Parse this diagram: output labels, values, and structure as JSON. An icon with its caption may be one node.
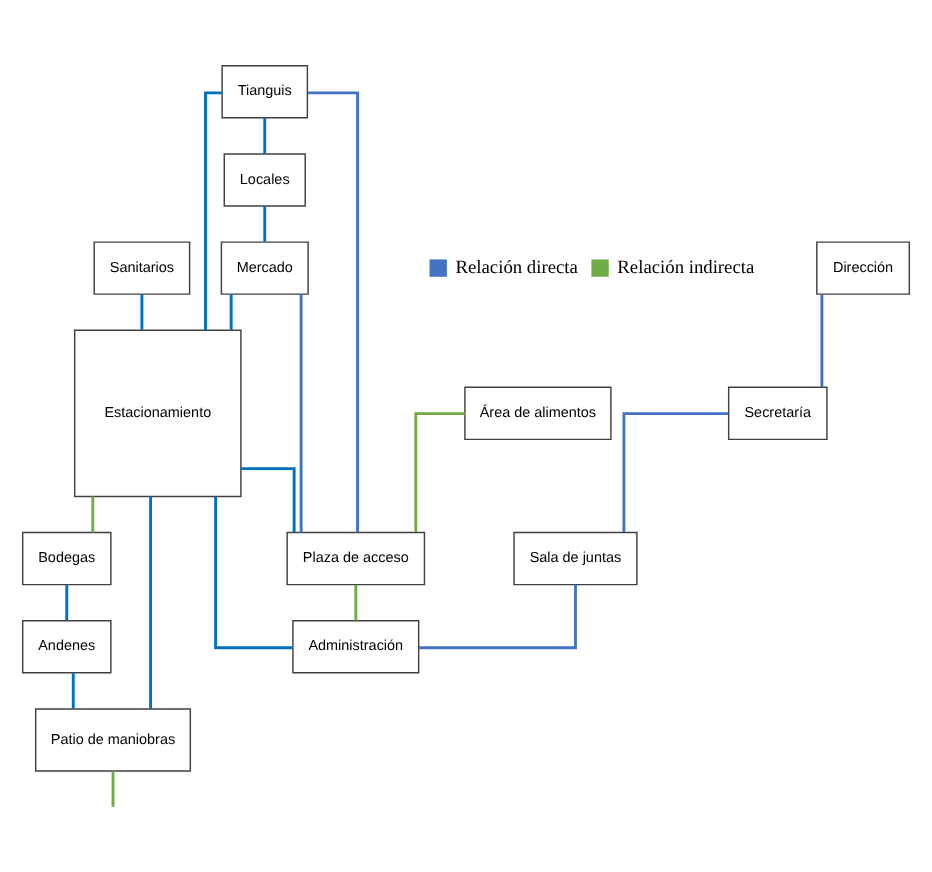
{
  "diagram": {
    "nodes": [
      {
        "text": [
          "Área de alimentos"
        ]
      },
      {
        "text": [
          "Tianguis"
        ]
      },
      {
        "text": [
          "Locales"
        ]
      },
      {
        "text": [
          "Mercado"
        ]
      },
      {
        "text": [
          "Sanitarios"
        ]
      },
      {
        "text": [
          "Estacionamiento"
        ]
      },
      {
        "text": [
          "Bodegas"
        ]
      },
      {
        "text": [
          "Andenes"
        ]
      },
      {
        "text": [
          "Patio de maniobras"
        ]
      },
      {
        "text": [
          "Dirección"
        ]
      },
      {
        "text": [
          "Secretaría"
        ]
      },
      {
        "text": [
          "Sala de juntas"
        ]
      },
      {
        "text": [
          "Administración"
        ]
      },
      {
        "text": [
          "Plaza de acceso"
        ]
      }
    ],
    "edges": [
      {
        "from": 1,
        "to": 2,
        "arrow": "none"
      },
      {
        "from": 2,
        "to": 3,
        "arrow": "none"
      },
      {
        "from": 1,
        "to": 5,
        "arrow": "none"
      },
      {
        "from": 3,
        "to": 5,
        "arrow": "none"
      },
      {
        "from": 4,
        "to": 5,
        "arrow": "none"
      },
      {
        "from": 1,
        "to": 13,
        "arrow": "none",
        "color": "#4472c4"
      },
      {
        "from": 3,
        "to": 13,
        "arrow": "none",
        "color": "#4472c4"
      },
      {
        "from": 5,
        "to": 13,
        "arrow": "none"
      },
      {
        "from": 5,
        "to": 12,
        "arrow": "none"
      },
      {
        "from": 5,
        "to": 8,
        "arrow": "none"
      },
      {
        "from": 6,
        "to": 7,
        "arrow": "none"
      },
      {
        "from": 7,
        "to": 8,
        "arrow": "none"
      },
      {
        "from": 9,
        "to": 10,
        "arrow": "none",
        "color": "#4472c4"
      },
      {
        "from": 10,
        "to": 11,
        "arrow": "none",
        "color": "#4472c4"
      },
      {
        "from": 11,
        "to": 12,
        "arrow": "none",
        "color": "#4472c4"
      },
      {
        "from": 0,
        "to": 13,
        "arrow": "none",
        "color": "#70ad47"
      },
      {
        "from": 5,
        "to": 6,
        "arrow": "none",
        "color": "#70ad47"
      },
      {
        "from": 13,
        "to": 12,
        "arrow": "none",
        "color": "#70ad47"
      },
      {
        "from": 8,
        "to": null,
        "arrow": "none",
        "color": "#70ad47"
      }
    ],
    "legend": [
      {
        "text": "Relación directa",
        "color": "#4472c4"
      },
      {
        "text": "Relación indirecta",
        "color": "#70ad47"
      }
    ]
  }
}
